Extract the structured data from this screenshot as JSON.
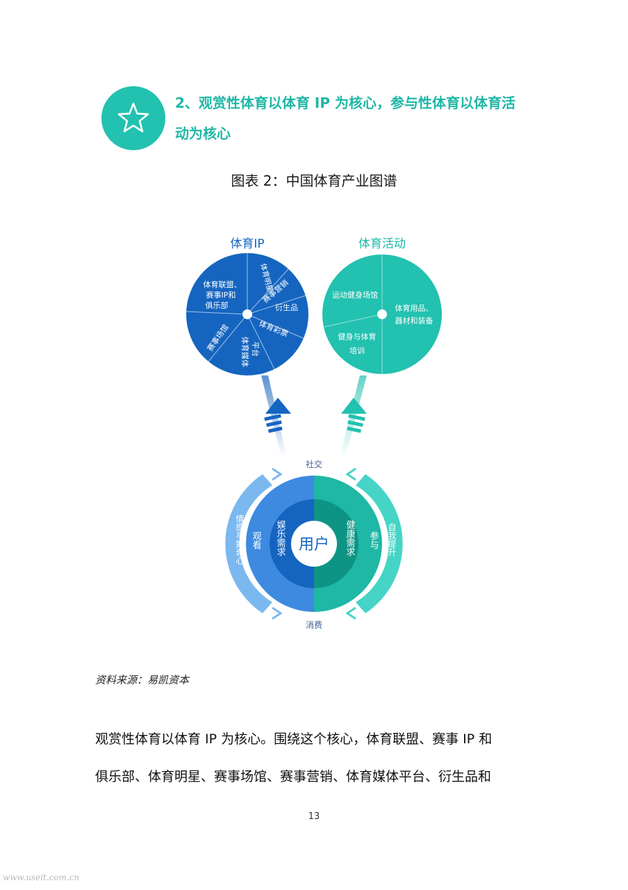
{
  "heading": {
    "line1": "2、观赏性体育以体育 IP 为核心，参与性体育以体育活",
    "line2": "动为核心",
    "icon": "star-icon",
    "color": "#1fb7a6"
  },
  "figure": {
    "caption": "图表 2：中国体育产业图谱",
    "left_circle": {
      "title": "体育IP",
      "color": "#1565c0",
      "sectors": {
        "league": [
          "体育联盟、",
          "赛事IP和",
          "俱乐部"
        ],
        "stars": "体育明星",
        "marketing": "赛事营销",
        "derivatives": "衍生品",
        "lottery": "体育彩票",
        "media": [
          "平台",
          "体育媒体"
        ],
        "venues": "赛事场馆"
      }
    },
    "right_circle": {
      "title": "体育活动",
      "color": "#22c1b0",
      "sectors": {
        "venues": "运动健身场馆",
        "goods": [
          "体育用品、",
          "器材和装备"
        ],
        "training": [
          "健身与体育",
          "培训"
        ]
      }
    },
    "user_wheel": {
      "center": "用户",
      "top": "社交",
      "bottom": "消费",
      "left_outer": "情感与好奇心",
      "left_mid": "观看",
      "left_inner": "娱乐需求",
      "right_inner": "健康需求",
      "right_mid": "参与",
      "right_outer": "自我提升"
    }
  },
  "source_note": "资料来源：易凯资本",
  "body": {
    "line1": "观赏性体育以体育 IP 为核心。围绕这个核心，体育联盟、赛事 IP 和",
    "line2": "俱乐部、体育明星、赛事场馆、赛事营销、体育媒体平台、衍生品和"
  },
  "page_number": "13",
  "watermark": "www.useit.com.cn"
}
